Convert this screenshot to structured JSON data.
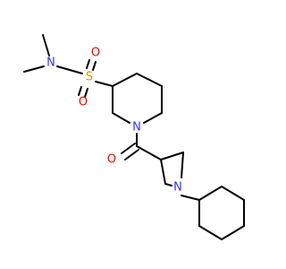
{
  "molecule": {
    "atoms": {
      "n_methyl": {
        "label": "N",
        "color": "#3333ff"
      },
      "sulfur": {
        "label": "S",
        "color": "#c8a000"
      },
      "oxygen_upper": {
        "label": "O",
        "color": "#ff0000"
      },
      "oxygen_lower": {
        "label": "O",
        "color": "#ff0000"
      },
      "n_piperidine": {
        "label": "N",
        "color": "#3333ff"
      },
      "oxygen_carbonyl": {
        "label": "O",
        "color": "#ff0000"
      },
      "n_azetidine": {
        "label": "N",
        "color": "#3333ff"
      }
    }
  }
}
